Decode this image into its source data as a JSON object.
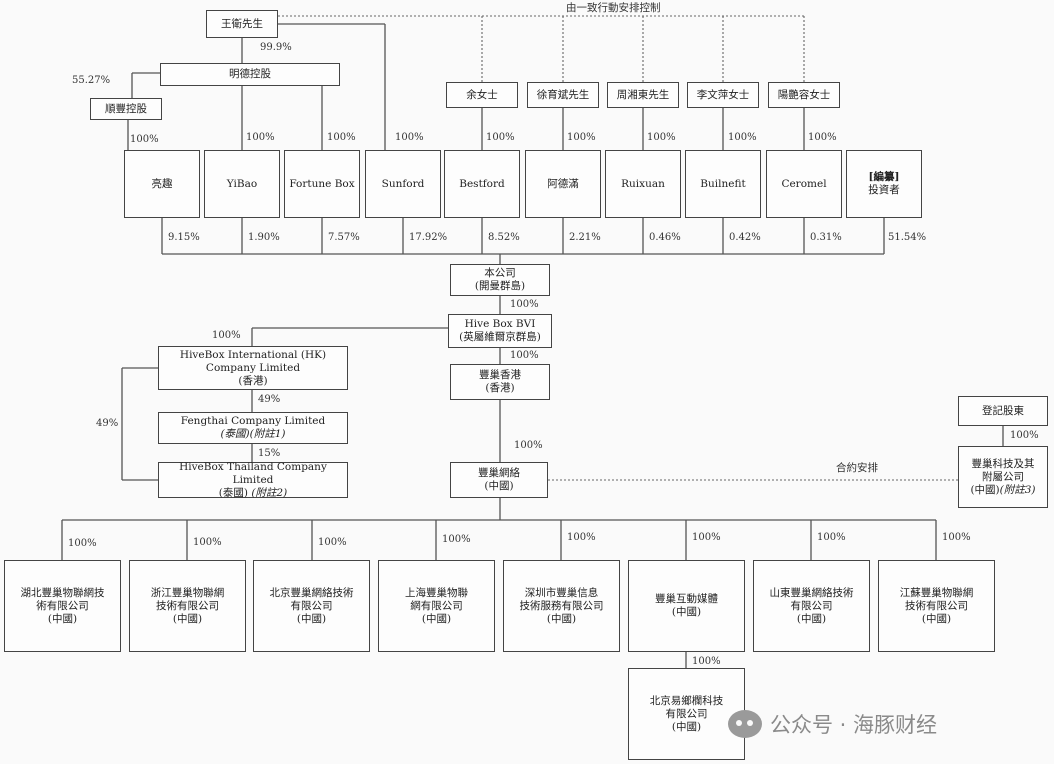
{
  "header_note": "由一致行動安排控制",
  "top": {
    "wang": "王衛先生",
    "mingde": "明德控股",
    "shunfeng": "順豐控股"
  },
  "individuals": [
    "余女士",
    "徐育斌先生",
    "周湘東先生",
    "李文萍女士",
    "陽艷容女士"
  ],
  "shareholders": [
    {
      "name": "亮趣"
    },
    {
      "name": "YiBao"
    },
    {
      "name": "Fortune Box"
    },
    {
      "name": "Sunford"
    },
    {
      "name": "Bestford"
    },
    {
      "name": "阿德滿"
    },
    {
      "name": "Ruixuan"
    },
    {
      "name": "Builnefit"
    },
    {
      "name": "Ceromel"
    },
    {
      "name": "投資者",
      "tag": "[編纂]"
    }
  ],
  "percentages": {
    "wang_mingde": "99.9%",
    "mingde_shunfeng": "55.27%",
    "shareholder_own": [
      "100%",
      "100%",
      "100%",
      "100%",
      "100%",
      "100%",
      "100%",
      "100%",
      "100%"
    ],
    "holdings": [
      "9.15%",
      "1.90%",
      "7.57%",
      "17.92%",
      "8.52%",
      "2.21%",
      "0.46%",
      "0.42%",
      "0.31%",
      "51.54%"
    ],
    "company_bvi": "100%",
    "bvi_hk": "100%",
    "bvi_hivehk": "100%",
    "hivehk_fengthai": "49%",
    "fengthai_thailand": "15%",
    "hivehk_thailand": "49%",
    "hk_network": "100%",
    "registered_prc": "100%",
    "subsidiaries": [
      "100%",
      "100%",
      "100%",
      "100%",
      "100%",
      "100%",
      "100%",
      "100%"
    ],
    "interactive_beijing": "100%"
  },
  "company": {
    "name": "本公司",
    "place": "(開曼群島)"
  },
  "bvi": {
    "name": "Hive Box BVI",
    "place": "(英屬維爾京群島)"
  },
  "hk": {
    "name": "豐巢香港",
    "place": "(香港)"
  },
  "hivebox_hk": {
    "line1": "HiveBox International (HK)",
    "line2": "Company Limited",
    "place": "(香港)"
  },
  "fengthai": {
    "name": "Fengthai Company Limited",
    "place": "(泰國)",
    "note": "(附註1)"
  },
  "thailand": {
    "name": "HiveBox Thailand Company Limited",
    "place": "(泰國)",
    "note": "(附註2)"
  },
  "network": {
    "name": "豐巢網絡",
    "place": "(中國)"
  },
  "contractual": "合約安排",
  "registered": "登記股東",
  "prc_entity": {
    "line1": "豐巢科技及其",
    "line2": "附屬公司",
    "place": "(中國)",
    "note": "(附註3)"
  },
  "subsidiaries": [
    {
      "line1": "湖北豐巢物聯網技",
      "line2": "術有限公司",
      "place": "(中國)"
    },
    {
      "line1": "浙江豐巢物聯網",
      "line2": "技術有限公司",
      "place": "(中國)"
    },
    {
      "line1": "北京豐巢網絡技術",
      "line2": "有限公司",
      "place": "(中國)"
    },
    {
      "line1": "上海豐巢物聯",
      "line2": "網有限公司",
      "place": "(中國)"
    },
    {
      "line1": "深圳市豐巢信息",
      "line2": "技術服務有限公司",
      "place": "(中國)"
    },
    {
      "line1": "豐巢互動媒體",
      "line2": "",
      "place": "(中國)"
    },
    {
      "line1": "山東豐巢網絡技術",
      "line2": "有限公司",
      "place": "(中國)"
    },
    {
      "line1": "江蘇豐巢物聯網",
      "line2": "技術有限公司",
      "place": "(中國)"
    }
  ],
  "beijing": {
    "line1": "北京易鄉欄科技",
    "line2": "有限公司",
    "place": "(中國)"
  },
  "watermark": "公众号 · 海豚财经"
}
